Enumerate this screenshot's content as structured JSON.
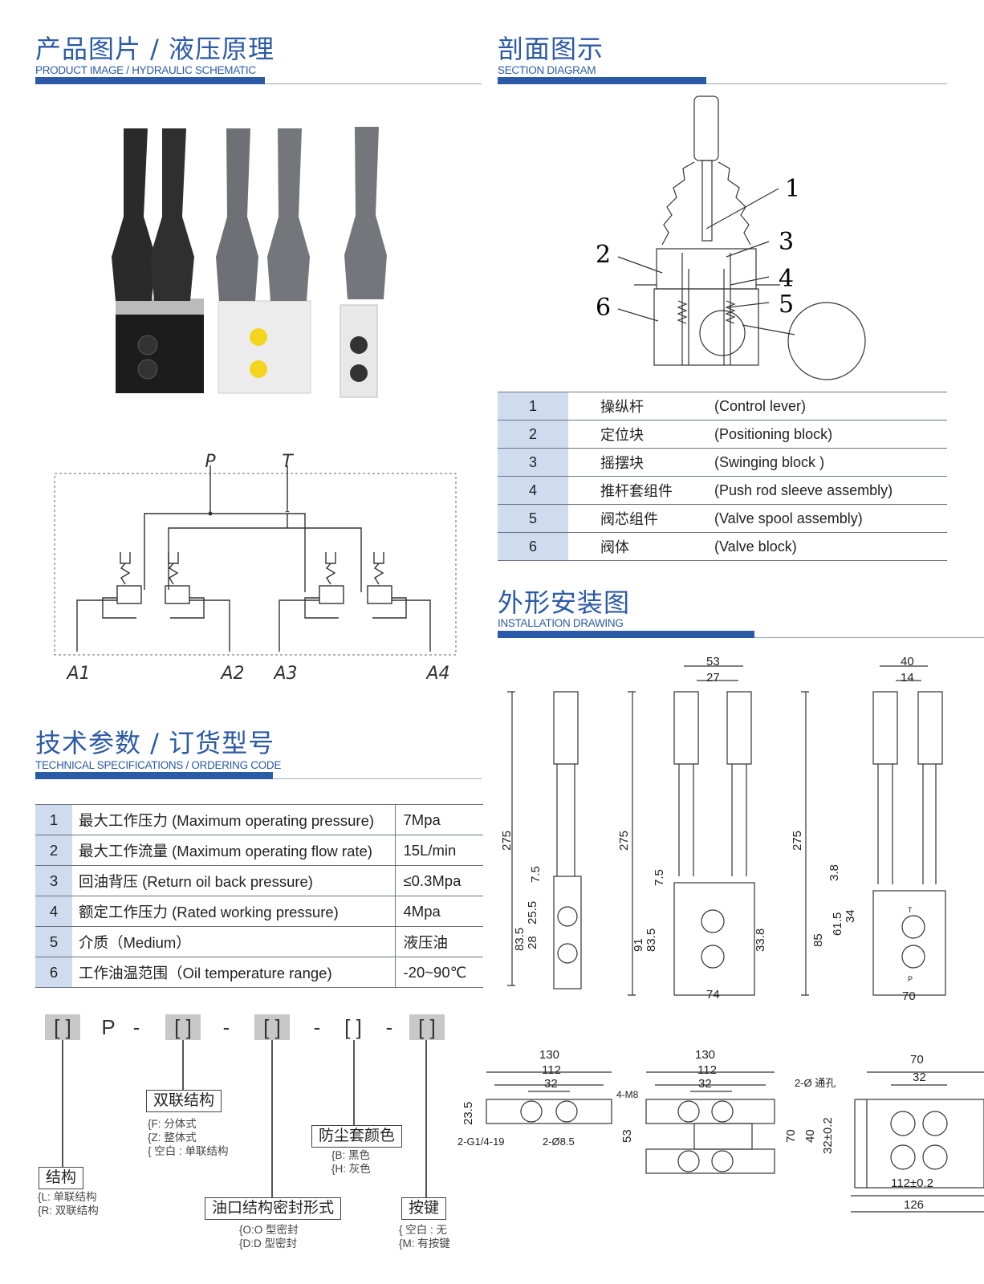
{
  "sections": {
    "product": {
      "title_cn": "产品图片 / 液压原理",
      "title_en": "PRODUCT IMAGE / HYDRAULIC SCHEMATIC"
    },
    "section": {
      "title_cn": "剖面图示",
      "title_en": "SECTION DIAGRAM"
    },
    "install": {
      "title_cn": "外形安装图",
      "title_en": "INSTALLATION DRAWING"
    },
    "specs": {
      "title_cn": "技术参数 / 订货型号",
      "title_en": "TECHNICAL SPECIFICATIONS / ORDERING CODE"
    }
  },
  "schematic": {
    "ports": [
      "P",
      "T",
      "A1",
      "A2",
      "A3",
      "A4"
    ]
  },
  "section_callouts": [
    "1",
    "2",
    "3",
    "4",
    "5",
    "6"
  ],
  "parts": [
    {
      "no": "1",
      "cn": "操纵杆",
      "en": "(Control lever)"
    },
    {
      "no": "2",
      "cn": "定位块",
      "en": "(Positioning block)"
    },
    {
      "no": "3",
      "cn": "摇摆块",
      "en": "(Swinging block )"
    },
    {
      "no": "4",
      "cn": "推杆套组件",
      "en": "(Push rod sleeve assembly)"
    },
    {
      "no": "5",
      "cn": "阀芯组件",
      "en": "(Valve spool assembly)"
    },
    {
      "no": "6",
      "cn": "阀体",
      "en": "(Valve block)"
    }
  ],
  "specs": [
    {
      "no": "1",
      "name": "最大工作压力 (Maximum operating pressure)",
      "value": "7Mpa"
    },
    {
      "no": "2",
      "name": "最大工作流量 (Maximum operating flow rate)",
      "value": "15L/min"
    },
    {
      "no": "3",
      "name": "回油背压 (Return oil back pressure)",
      "value": "≤0.3Mpa"
    },
    {
      "no": "4",
      "name": "额定工作压力 (Rated working pressure)",
      "value": "4Mpa"
    },
    {
      "no": "5",
      "name": "介质（Medium）",
      "value": "液压油"
    },
    {
      "no": "6",
      "name": "工作油温范围（Oil temperature range)",
      "value": "-20~90℃"
    }
  ],
  "ordering": {
    "code": [
      "[ ]",
      "P",
      "-",
      "[ ]",
      "-",
      "[ ]",
      "-",
      "[ ]",
      "-",
      "[ ]"
    ],
    "groups": [
      {
        "label": "结构",
        "options": [
          "{L: 单联结构",
          "{R: 双联结构"
        ]
      },
      {
        "label": "双联结构",
        "options": [
          "{F: 分体式",
          "{Z: 整体式",
          "{ 空白 : 单联结构"
        ]
      },
      {
        "label": "油口结构密封形式",
        "options": [
          "{O:O 型密封",
          "{D:D 型密封"
        ]
      },
      {
        "label": "防尘套颜色",
        "options": [
          "{B: 黑色",
          "{H: 灰色"
        ]
      },
      {
        "label": "按键",
        "options": [
          "{ 空白 : 无",
          "{M: 有按键"
        ]
      }
    ]
  },
  "dims": {
    "side1": [
      "275",
      "7.5",
      "25.5",
      "28",
      "83.5"
    ],
    "front": [
      "53",
      "27",
      "275",
      "7.5",
      "91",
      "83.5",
      "33.8",
      "74"
    ],
    "side2": [
      "40",
      "14",
      "275",
      "3.8",
      "34",
      "61.5",
      "85",
      "70",
      "T",
      "P"
    ],
    "bottom1": [
      "130",
      "112",
      "32",
      "23.5",
      "2-G1/4-19",
      "2-Ø8.5"
    ],
    "bottom2": [
      "130",
      "112",
      "32",
      "4-M8",
      "53"
    ],
    "bottom3": [
      "70",
      "32",
      "2-Ø 通孔",
      "70",
      "40",
      "32±0.2",
      "112±0.2",
      "126"
    ]
  },
  "colors": {
    "accent": "#2b5aa6",
    "table_num_bg": "#cfdcef",
    "code_box": "#c8c8c8"
  }
}
